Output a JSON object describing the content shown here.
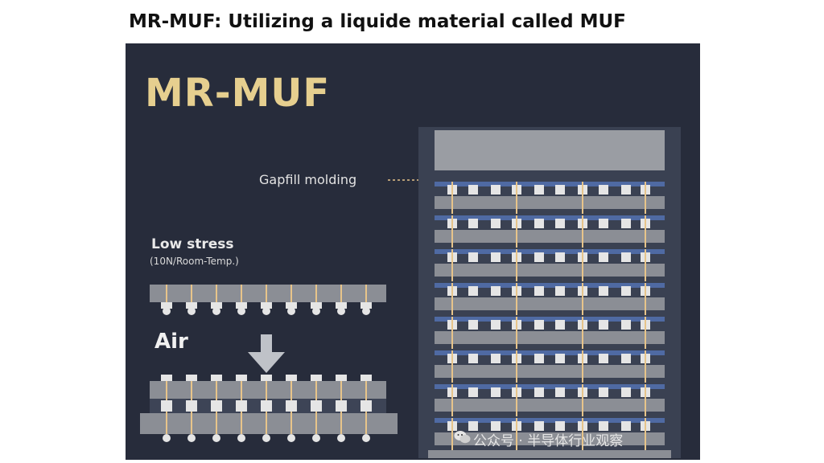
{
  "slide_title": "MR-MUF: Utilizing a liquide material called MUF",
  "panel": {
    "title": "MR-MUF",
    "low_stress_title": "Low stress",
    "low_stress_subtitle": "(10N/Room-Temp.)",
    "air_label": "Air",
    "gapfill_label": "Gapfill molding",
    "watermark_text": "公众号 · 半导体行业观察",
    "watermark_icon": "wechat-icon"
  },
  "colors": {
    "panel_bg": "#272c3b",
    "title_gold": "#e6cf8f",
    "die_gray": "#8b8e95",
    "bump_white": "#e5e5e5",
    "tsv_gold": "#e7c48a",
    "underfill_blue": "#4f6aa3"
  }
}
